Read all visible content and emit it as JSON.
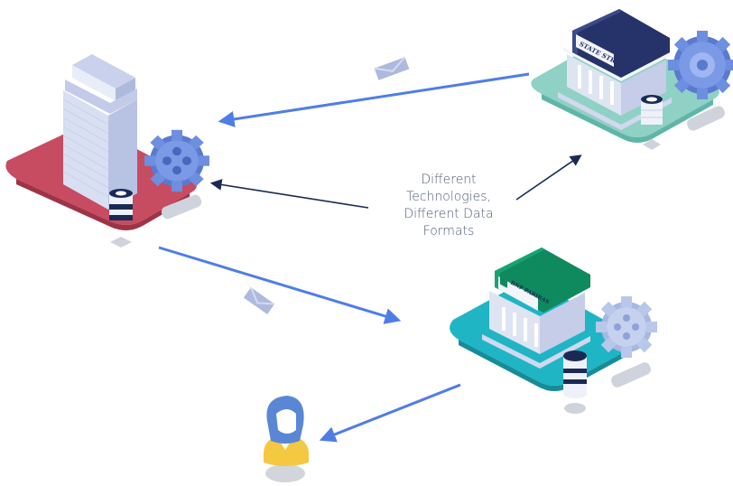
{
  "caption": {
    "lines": [
      "Different",
      "Technologies,",
      "Different Data",
      "Formats"
    ]
  },
  "nodes": {
    "tower": {
      "platform_color": "#c74c61"
    },
    "state_street": {
      "sign": "STATE STREET",
      "platform_color": "#8fd1c4",
      "roof_color": "#26336a"
    },
    "bnp_paribas": {
      "sign": "BNP PARIBAS",
      "platform_color": "#1fb5c4",
      "roof_color": "#0f8a5f"
    }
  },
  "colors": {
    "arrow_blue": "#4f7de8",
    "arrow_navy": "#1b2a55",
    "gear": "#6d8fe0",
    "building": "#e6eaf7",
    "avatar_hair": "#5a86d6",
    "avatar_shirt": "#f5c842"
  },
  "icons": [
    "tower-building-icon",
    "gear-icon",
    "database-icon",
    "bank-building-icon",
    "envelope-icon",
    "person-avatar-icon"
  ]
}
